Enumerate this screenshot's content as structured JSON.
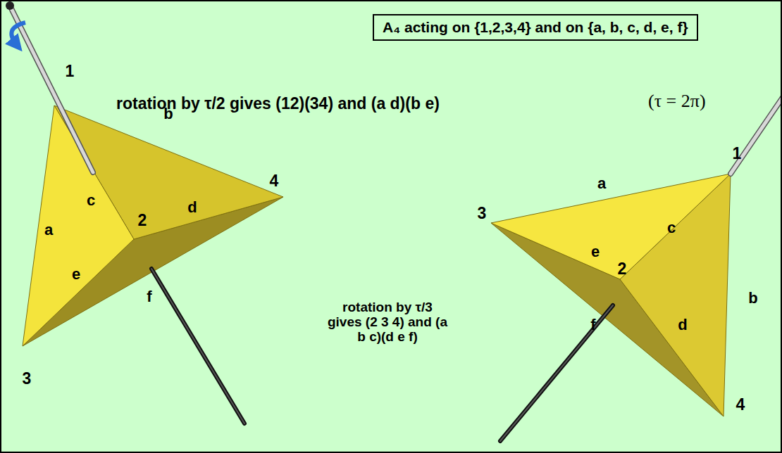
{
  "diagram": {
    "nodes": [
      {
        "text": [
          "A₄ acting on {1,2,3,4} and on {a, b, c, d, e, f}"
        ]
      }
    ],
    "labels": [
      "rotation by τ/2 gives (12)(34) and (a d)(b e)",
      "(τ = 2π)",
      "1",
      "b",
      "c",
      "4",
      "2",
      "d",
      "a",
      "e",
      "f",
      "3",
      "a",
      "1",
      "3",
      "c",
      "e",
      "2",
      "b",
      "rotation by τ/3 gives (2 3 4) and (a b c)(d e f)",
      "f",
      "d",
      "4"
    ]
  }
}
